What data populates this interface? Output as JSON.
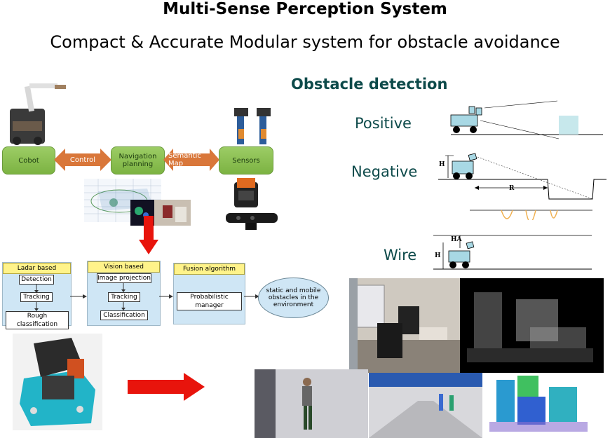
{
  "header": {
    "title": "Multi-Sense Perception System",
    "subtitle": "Compact & Accurate Modular system for obstacle avoidance"
  },
  "architecture": {
    "cobot": "Cobot",
    "control": "Control",
    "navigation": "Navigation planning",
    "semantic_map": "Semantic Map",
    "sensors": "Sensors"
  },
  "pipeline": {
    "ladar": {
      "title": "Ladar based algorithms",
      "items": [
        "Detection",
        "Tracking",
        "Rough classification"
      ]
    },
    "vision": {
      "title": "Vision based algorithms",
      "items": [
        "Image projection",
        "Tracking",
        "Classification"
      ]
    },
    "fusion": {
      "title": "Fusion algorithm",
      "items": [
        "Probabilistic manager"
      ]
    },
    "output": "static and mobile obstacles in the environment"
  },
  "detection": {
    "title": "Obstacle detection",
    "positive": "Positive",
    "negative": "Negative",
    "wire": "Wire",
    "diagram_labels": {
      "h": "H",
      "r": "R",
      "ha": "HA"
    }
  },
  "colors": {
    "green_box": "#8bc34a",
    "orange_arrow": "#d9773a",
    "red_arrow": "#e8140c",
    "panel_blue": "#cfe6f5",
    "header_yellow": "#fff38a",
    "teal_text": "#0d4a4a"
  }
}
